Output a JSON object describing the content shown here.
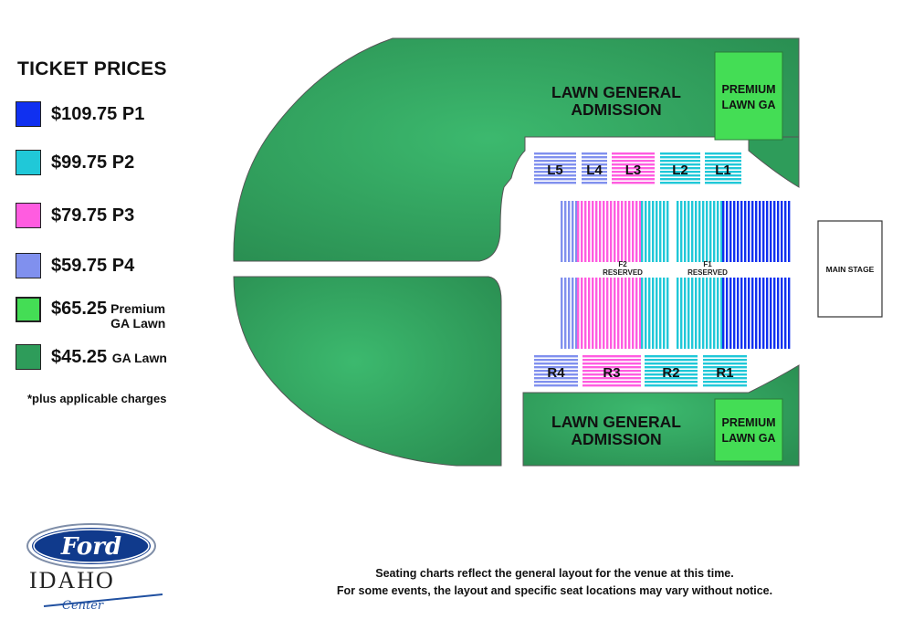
{
  "legend": {
    "title": "TICKET PRICES",
    "items": [
      {
        "price": "$109.75",
        "tier": "P1",
        "tier_sub": "",
        "color": "#1030f0"
      },
      {
        "price": "$99.75",
        "tier": "P2",
        "tier_sub": "",
        "color": "#20c8d8"
      },
      {
        "price": "$79.75",
        "tier": "P3",
        "tier_sub": "",
        "color": "#ff5ce0"
      },
      {
        "price": "$59.75",
        "tier": "P4",
        "tier_sub": "",
        "color": "#8090ee"
      },
      {
        "price": "$65.25",
        "tier": "Premium",
        "tier_sub": "GA Lawn",
        "color": "#44dd55"
      },
      {
        "price": "$45.25",
        "tier": "GA Lawn",
        "tier_sub": "",
        "color": "#2e9c5a"
      }
    ],
    "note": "*plus applicable charges"
  },
  "map": {
    "lawn_top_label_1": "LAWN GENERAL",
    "lawn_top_label_2": "ADMISSION",
    "lawn_bottom_label_1": "LAWN GENERAL",
    "lawn_bottom_label_2": "ADMISSION",
    "premium_top_1": "PREMIUM",
    "premium_top_2": "LAWN GA",
    "premium_bottom_1": "PREMIUM",
    "premium_bottom_2": "LAWN GA",
    "left_sections": [
      "L5",
      "L4",
      "L3",
      "L2",
      "L1"
    ],
    "right_sections": [
      "R4",
      "R3",
      "R2",
      "R1"
    ],
    "floor_f2_1": "F2",
    "floor_f2_2": "RESERVED",
    "floor_f1_1": "F1",
    "floor_f1_2": "RESERVED",
    "stage": "MAIN STAGE",
    "colors": {
      "lawn": "#2e9c5a",
      "premium": "#44dd55",
      "p1": "#1030f0",
      "p2": "#20c8d8",
      "p3": "#ff5ce0",
      "p4": "#8090ee"
    }
  },
  "logo": {
    "brand": "Ford",
    "venue": "IDAHO",
    "venue_sub": "Center"
  },
  "footer": {
    "line1": "Seating charts reflect the general layout for the venue at this time.",
    "line2": "For some events, the layout and specific seat locations may vary without notice."
  }
}
